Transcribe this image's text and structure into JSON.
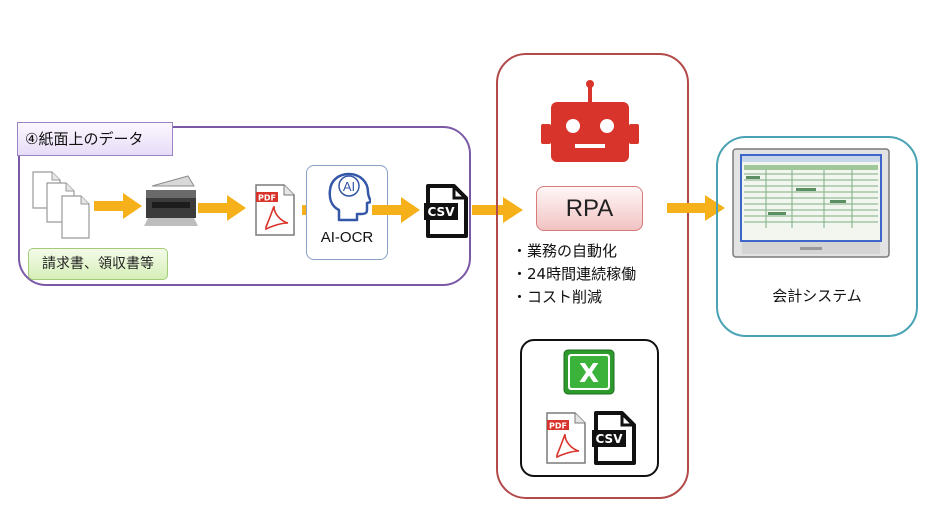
{
  "paper_section": {
    "title": "④紙面上のデータ",
    "doc_label": "請求書、領収書等"
  },
  "icons": {
    "pdf_text": "PDF",
    "csv_text": "CSV",
    "ai_text": "AI",
    "excel_text": "X"
  },
  "ocr": {
    "label": "AI-OCR"
  },
  "rpa": {
    "label": "RPA",
    "bullets": [
      "・業務の自動化",
      "・24時間連続稼働",
      "・コスト削減"
    ]
  },
  "accounting": {
    "label": "会計システム"
  },
  "colors": {
    "arrow": "#f6b11a",
    "paper_border": "#7a5aa6",
    "rpa_border": "#b34a4a",
    "accounting_border": "#4aa3b4",
    "robot": "#d9342b",
    "pdf_red": "#d9342b",
    "excel_green": "#2e9a2e"
  }
}
